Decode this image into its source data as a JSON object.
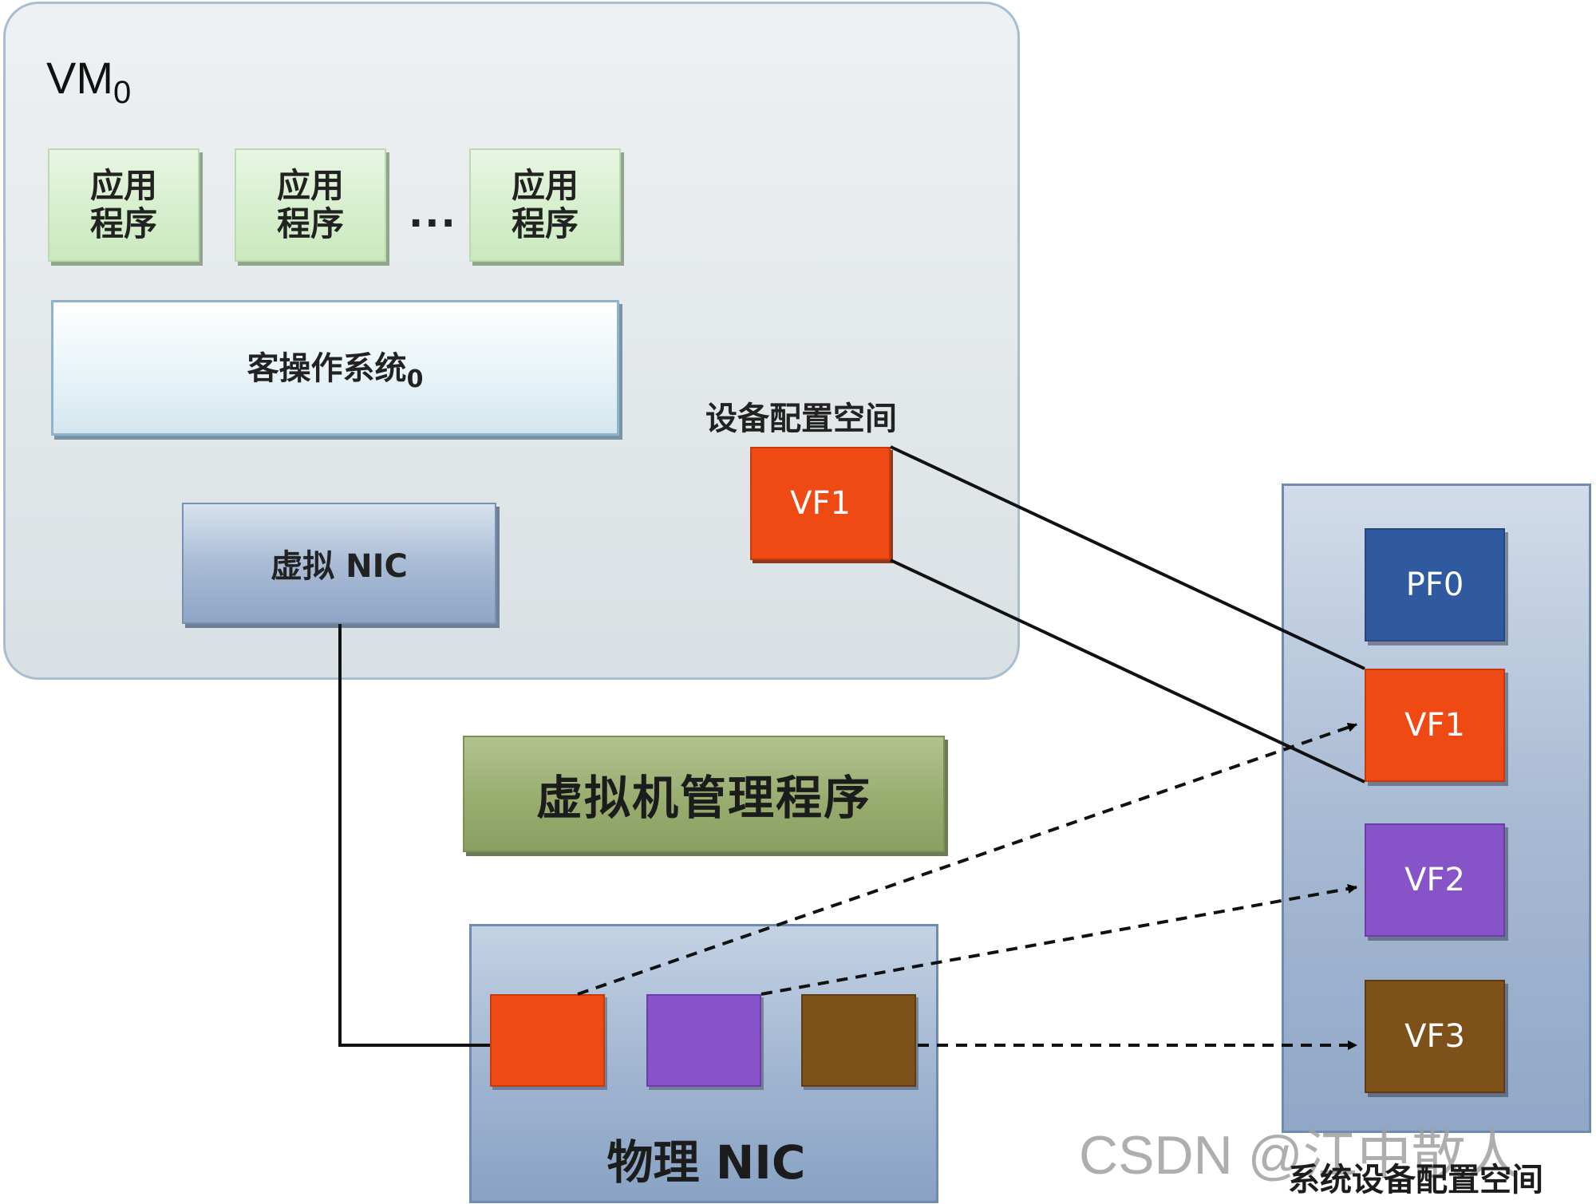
{
  "vm": {
    "label_main": "VM",
    "label_sub": "0",
    "apps": [
      {
        "label": "应用程序"
      },
      {
        "label": "应用程序"
      },
      {
        "label": "应用程序"
      }
    ],
    "ellipsis": "...",
    "guest_os_main": "客操作系统",
    "guest_os_sub": "0",
    "virtual_nic": "虚拟 NIC",
    "device_config_label": "设备配置空间",
    "vf_small": "VF1"
  },
  "hypervisor": {
    "label": "虚拟机管理程序"
  },
  "physical_nic": {
    "label": "物理 NIC"
  },
  "system_config": {
    "label": "系统设备配置空间",
    "functions": [
      "PF0",
      "VF1",
      "VF2",
      "VF3"
    ]
  },
  "colors": {
    "vf_orange": "#f04a14",
    "vf_purple": "#8753c9",
    "vf_brown": "#7e511b",
    "pf_blue": "#2f5aa0",
    "hypervisor_green": "#97ab6d"
  },
  "watermark": "CSDN @江中散人"
}
